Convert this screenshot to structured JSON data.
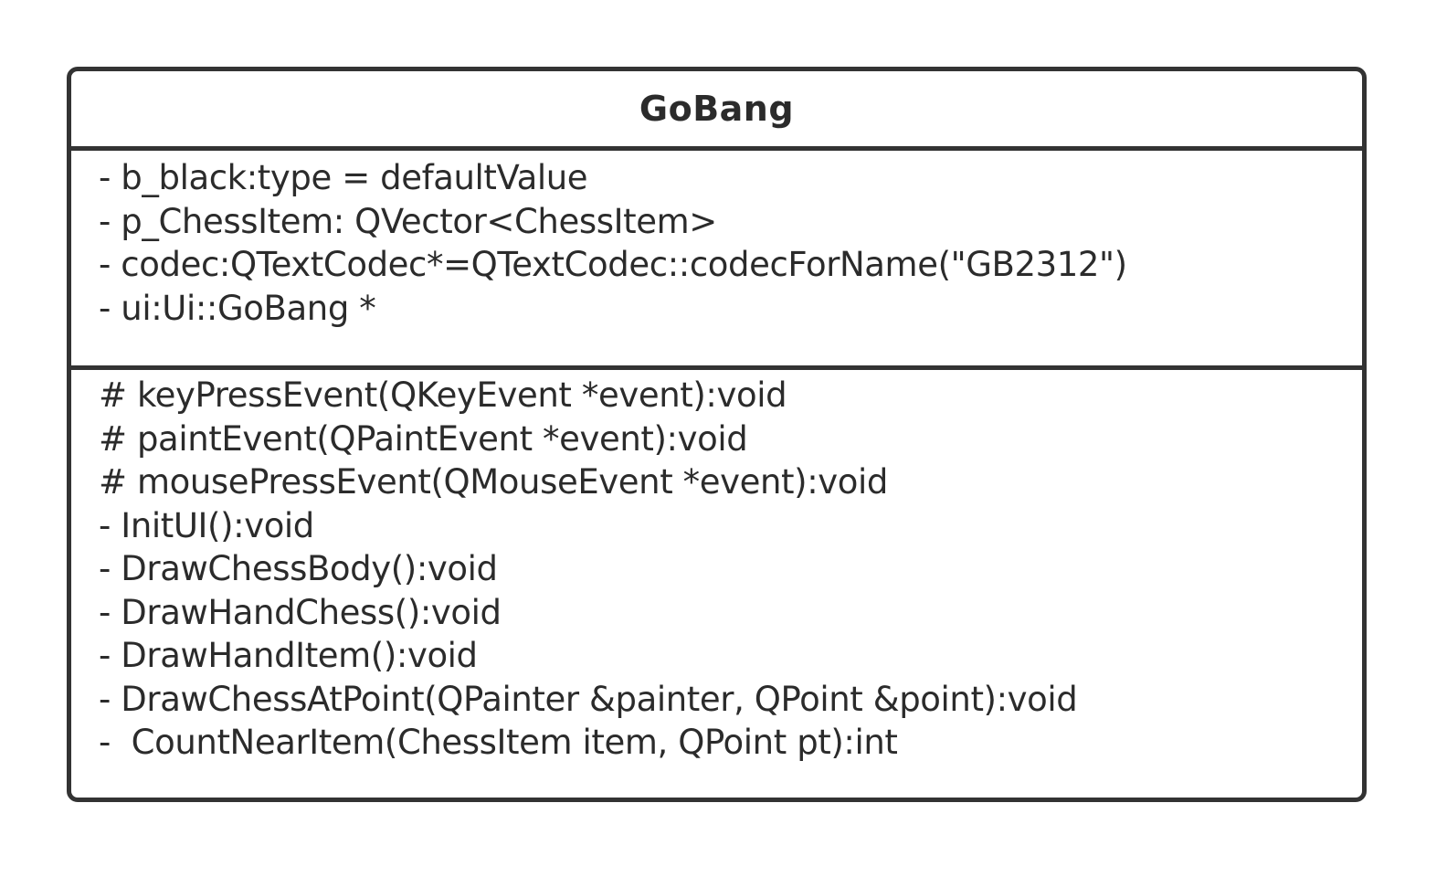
{
  "class": {
    "name": "GoBang",
    "attributes": [
      "- b_black:type = defaultValue",
      "- p_ChessItem: QVector<ChessItem>",
      "- codec:QTextCodec*=QTextCodec::codecForName(\"GB2312\")",
      "- ui:Ui::GoBang *"
    ],
    "operations": [
      "# keyPressEvent(QKeyEvent *event):void",
      "# paintEvent(QPaintEvent *event):void",
      "# mousePressEvent(QMouseEvent *event):void",
      "- InitUI():void",
      "- DrawChessBody():void",
      "- DrawHandChess():void",
      "- DrawHandItem():void",
      "- DrawChessAtPoint(QPainter &painter, QPoint &point):void",
      "-  CountNearItem(ChessItem item, QPoint pt):int"
    ]
  }
}
